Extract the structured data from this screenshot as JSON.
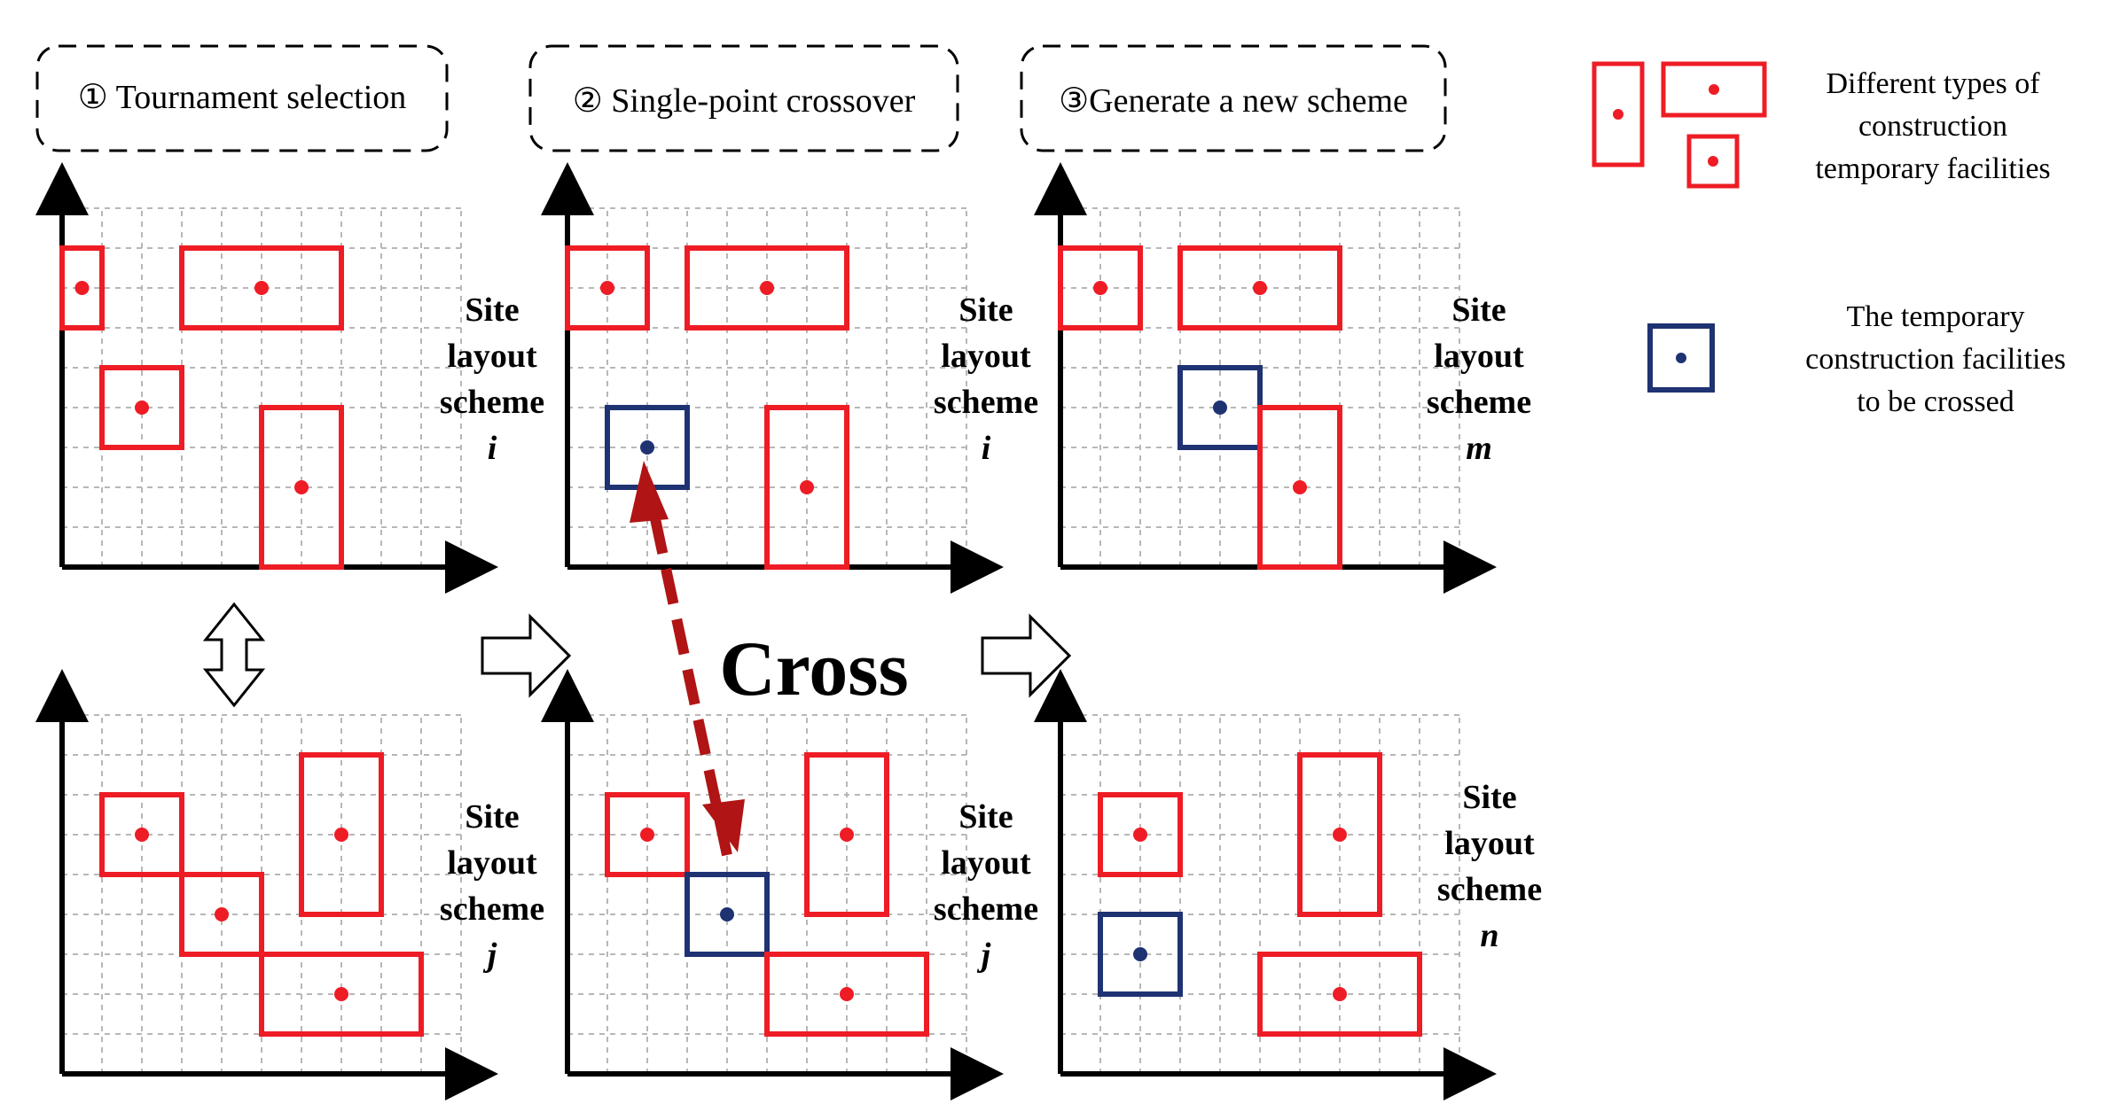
{
  "steps": [
    {
      "id": "step-1",
      "label": "① Tournament selection"
    },
    {
      "id": "step-2",
      "label": "② Single-point crossover"
    },
    {
      "id": "step-3",
      "label": "③Generate a new scheme"
    }
  ],
  "legend": {
    "facility_types": [
      "Different types of",
      "construction",
      "temporary facilities"
    ],
    "crossed_facilities": [
      "The temporary",
      "construction facilities",
      "to be crossed"
    ]
  },
  "scheme_label": [
    "Site",
    "layout",
    "scheme"
  ],
  "cross_label": "Cross",
  "colors": {
    "facility": "#ee1c25",
    "crossed": "#1f3272",
    "dashed_arrow": "#b01414",
    "grid": "#b7b7b7",
    "axis": "#000000"
  },
  "panels": [
    {
      "id": "panel-top-1",
      "scheme_var": "i",
      "facilities": [
        {
          "type": "facility",
          "cells": [
            0,
            1,
            6,
            8
          ]
        },
        {
          "type": "facility",
          "cells": [
            3,
            7,
            6,
            8
          ]
        },
        {
          "type": "facility",
          "cells": [
            1,
            3,
            3,
            5
          ]
        },
        {
          "type": "facility",
          "cells": [
            5,
            7,
            0,
            4
          ]
        }
      ]
    },
    {
      "id": "panel-top-2",
      "scheme_var": "i",
      "facilities": [
        {
          "type": "facility",
          "cells": [
            0,
            2,
            6,
            8
          ]
        },
        {
          "type": "facility",
          "cells": [
            3,
            7,
            6,
            8
          ]
        },
        {
          "type": "crossed",
          "cells": [
            1,
            3,
            2,
            4
          ]
        },
        {
          "type": "facility",
          "cells": [
            5,
            7,
            0,
            4
          ]
        }
      ]
    },
    {
      "id": "panel-top-3",
      "scheme_var": "m",
      "facilities": [
        {
          "type": "facility",
          "cells": [
            0,
            2,
            6,
            8
          ]
        },
        {
          "type": "facility",
          "cells": [
            3,
            7,
            6,
            8
          ]
        },
        {
          "type": "crossed",
          "cells": [
            3,
            5,
            3,
            5
          ]
        },
        {
          "type": "facility",
          "cells": [
            5,
            7,
            0,
            4
          ]
        }
      ]
    },
    {
      "id": "panel-bottom-1",
      "scheme_var": "j",
      "facilities": [
        {
          "type": "facility",
          "cells": [
            1,
            3,
            5,
            7
          ]
        },
        {
          "type": "facility",
          "cells": [
            3,
            5,
            3,
            5
          ]
        },
        {
          "type": "facility",
          "cells": [
            6,
            8,
            4,
            8
          ]
        },
        {
          "type": "facility",
          "cells": [
            5,
            9,
            1,
            3
          ]
        }
      ]
    },
    {
      "id": "panel-bottom-2",
      "scheme_var": "j",
      "facilities": [
        {
          "type": "facility",
          "cells": [
            1,
            3,
            5,
            7
          ]
        },
        {
          "type": "crossed",
          "cells": [
            3,
            5,
            3,
            5
          ]
        },
        {
          "type": "facility",
          "cells": [
            6,
            8,
            4,
            8
          ]
        },
        {
          "type": "facility",
          "cells": [
            5,
            9,
            1,
            3
          ]
        }
      ]
    },
    {
      "id": "panel-bottom-3",
      "scheme_var": "n",
      "facilities": [
        {
          "type": "facility",
          "cells": [
            1,
            3,
            5,
            7
          ]
        },
        {
          "type": "crossed",
          "cells": [
            1,
            3,
            2,
            4
          ]
        },
        {
          "type": "facility",
          "cells": [
            6,
            8,
            4,
            8
          ]
        },
        {
          "type": "facility",
          "cells": [
            5,
            9,
            1,
            3
          ]
        }
      ]
    }
  ]
}
